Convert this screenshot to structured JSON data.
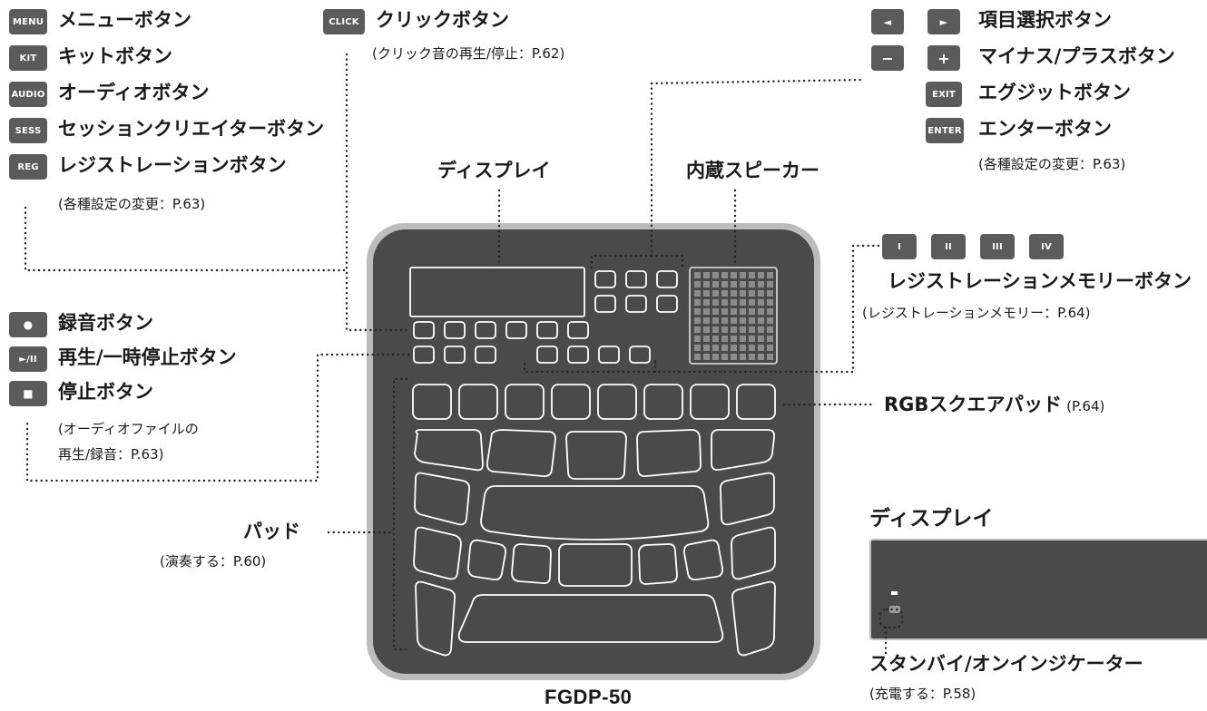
{
  "product": "FGDP-50",
  "left_group": {
    "buttons": [
      {
        "key": "MENU",
        "label": "メニューボタン"
      },
      {
        "key": "KIT",
        "label": "キットボタン"
      },
      {
        "key": "AUDIO",
        "label": "オーディオボタン"
      },
      {
        "key": "SESS",
        "label": "セッションクリエイターボタン"
      },
      {
        "key": "REG",
        "label": "レジストレーションボタン"
      }
    ],
    "ref": "(各種設定の変更：P.63)"
  },
  "click": {
    "key": "CLICK",
    "label": "クリックボタン",
    "ref": "(クリック音の再生/停止：P.62)"
  },
  "right_group": {
    "left_key": "◄",
    "right_key": "►",
    "minus_key": "−",
    "plus_key": "+",
    "exit_key": "EXIT",
    "enter_key": "ENTER",
    "select_label": "項目選択ボタン",
    "plusminus_label": "マイナス/プラスボタン",
    "exit_label": "エグジットボタン",
    "enter_label": "エンターボタン",
    "ref": "(各種設定の変更：P.63)"
  },
  "display_label": "ディスプレイ",
  "speaker_label": "内蔵スピーカー",
  "registration_memory": {
    "keys": [
      "I",
      "II",
      "III",
      "IV"
    ],
    "label": "レジストレーションメモリーボタン",
    "ref": "(レジストレーションメモリー：P.64)"
  },
  "rgb": {
    "label": "RGBスクエアパッド",
    "ref": "(P.64)"
  },
  "transport": {
    "record_key": "●",
    "play_key": "►/II",
    "stop_key": "■",
    "record_label": "録音ボタン",
    "play_label": "再生/一時停止ボタン",
    "stop_label": "停止ボタン",
    "ref_line1": "(オーディオファイルの",
    "ref_line2": "再生/録音：P.63)"
  },
  "pad": {
    "label": "パッド",
    "ref": "(演奏する：P.60)"
  },
  "display_inset": {
    "title": "ディスプレイ",
    "indicator_label": "スタンバイ/オンインジケーター",
    "indicator_ref": "(充電する：P.58)"
  }
}
